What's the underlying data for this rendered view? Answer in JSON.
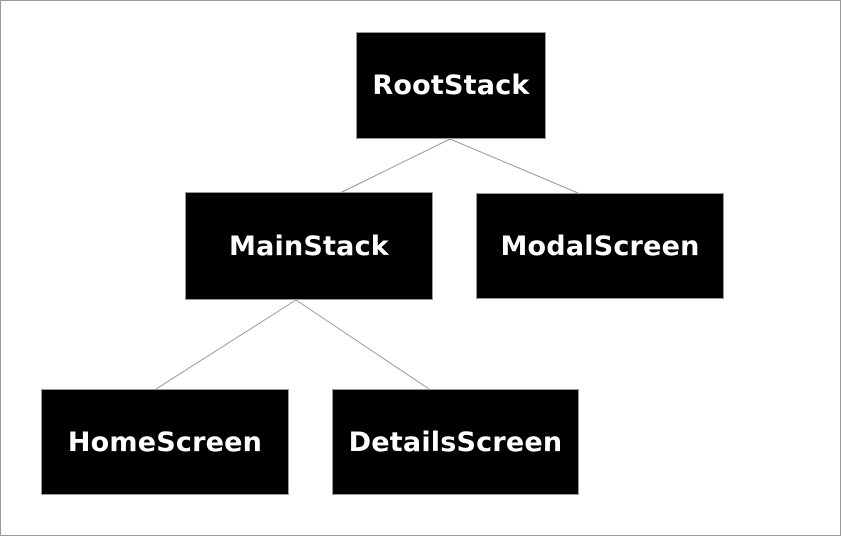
{
  "diagram": {
    "title": "navigation-stack-tree",
    "nodes": [
      {
        "id": "RootStack",
        "label": "RootStack",
        "level": 0,
        "parent": null
      },
      {
        "id": "MainStack",
        "label": "MainStack",
        "level": 1,
        "parent": "RootStack"
      },
      {
        "id": "ModalScreen",
        "label": "ModalScreen",
        "level": 1,
        "parent": "RootStack"
      },
      {
        "id": "HomeScreen",
        "label": "HomeScreen",
        "level": 2,
        "parent": "MainStack"
      },
      {
        "id": "DetailsScreen",
        "label": "DetailsScreen",
        "level": 2,
        "parent": "MainStack"
      }
    ],
    "edges": [
      {
        "from": "RootStack",
        "to": "MainStack"
      },
      {
        "from": "RootStack",
        "to": "ModalScreen"
      },
      {
        "from": "MainStack",
        "to": "HomeScreen"
      },
      {
        "from": "MainStack",
        "to": "DetailsScreen"
      }
    ],
    "colors": {
      "background": "#ffffff",
      "node_fill": "#000000",
      "node_text": "#ffffff",
      "node_border": "#9a9a9a",
      "edge_line": "#999999",
      "canvas_border": "#999999"
    }
  }
}
